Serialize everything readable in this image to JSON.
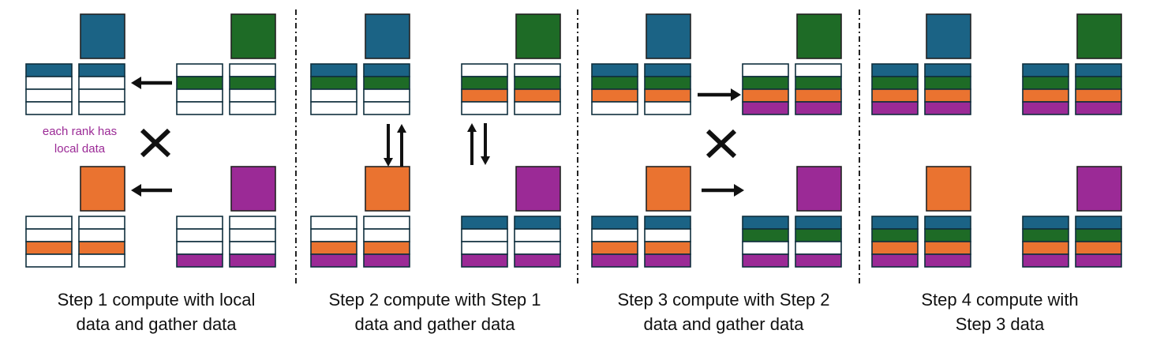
{
  "colors": {
    "rank0": "#1b6385",
    "rank1": "#1e6b26",
    "rank2": "#ea7330",
    "rank3": "#9b2a96",
    "empty": "#ffffff",
    "border": "#0f2f3d",
    "arrow": "#111111",
    "note": "#9b2a96"
  },
  "note": {
    "line1": "each rank has",
    "line2": "local data"
  },
  "steps": [
    {
      "caption_line1": "Step 1 compute with local",
      "caption_line2": "data and gather data",
      "ranks": [
        {
          "local": "rank0",
          "a": [
            "rank0",
            "empty",
            "empty",
            "empty"
          ],
          "b": [
            "rank0",
            "empty",
            "empty",
            "empty"
          ]
        },
        {
          "local": "rank1",
          "a": [
            "empty",
            "rank1",
            "empty",
            "empty"
          ],
          "b": [
            "empty",
            "rank1",
            "empty",
            "empty"
          ]
        },
        {
          "local": "rank2",
          "a": [
            "empty",
            "empty",
            "rank2",
            "empty"
          ],
          "b": [
            "empty",
            "empty",
            "rank2",
            "empty"
          ]
        },
        {
          "local": "rank3",
          "a": [
            "empty",
            "empty",
            "empty",
            "rank3"
          ],
          "b": [
            "empty",
            "empty",
            "empty",
            "rank3"
          ]
        }
      ],
      "arrows": [
        "left-top",
        "left-bottom",
        "cross"
      ]
    },
    {
      "caption_line1": "Step 2 compute with Step 1",
      "caption_line2": "data and gather data",
      "ranks": [
        {
          "local": "rank0",
          "a": [
            "rank0",
            "rank1",
            "empty",
            "empty"
          ],
          "b": [
            "rank0",
            "rank1",
            "empty",
            "empty"
          ]
        },
        {
          "local": "rank1",
          "a": [
            "empty",
            "rank1",
            "rank2",
            "empty"
          ],
          "b": [
            "empty",
            "rank1",
            "rank2",
            "empty"
          ]
        },
        {
          "local": "rank2",
          "a": [
            "empty",
            "empty",
            "rank2",
            "rank3"
          ],
          "b": [
            "empty",
            "empty",
            "rank2",
            "rank3"
          ]
        },
        {
          "local": "rank3",
          "a": [
            "rank0",
            "empty",
            "empty",
            "rank3"
          ],
          "b": [
            "rank0",
            "empty",
            "empty",
            "rank3"
          ]
        }
      ],
      "arrows": [
        "swap-left",
        "swap-right"
      ]
    },
    {
      "caption_line1": "Step 3 compute with Step 2",
      "caption_line2": "data and gather data",
      "ranks": [
        {
          "local": "rank0",
          "a": [
            "rank0",
            "rank1",
            "rank2",
            "empty"
          ],
          "b": [
            "rank0",
            "rank1",
            "rank2",
            "empty"
          ]
        },
        {
          "local": "rank1",
          "a": [
            "empty",
            "rank1",
            "rank2",
            "rank3"
          ],
          "b": [
            "empty",
            "rank1",
            "rank2",
            "rank3"
          ]
        },
        {
          "local": "rank2",
          "a": [
            "rank0",
            "empty",
            "rank2",
            "rank3"
          ],
          "b": [
            "rank0",
            "empty",
            "rank2",
            "rank3"
          ]
        },
        {
          "local": "rank3",
          "a": [
            "rank0",
            "rank1",
            "empty",
            "rank3"
          ],
          "b": [
            "rank0",
            "rank1",
            "empty",
            "rank3"
          ]
        }
      ],
      "arrows": [
        "right-top",
        "right-bottom",
        "cross"
      ]
    },
    {
      "caption_line1": "Step 4 compute with",
      "caption_line2": "Step 3 data",
      "ranks": [
        {
          "local": "rank0",
          "a": [
            "rank0",
            "rank1",
            "rank2",
            "rank3"
          ],
          "b": [
            "rank0",
            "rank1",
            "rank2",
            "rank3"
          ]
        },
        {
          "local": "rank1",
          "a": [
            "rank0",
            "rank1",
            "rank2",
            "rank3"
          ],
          "b": [
            "rank0",
            "rank1",
            "rank2",
            "rank3"
          ]
        },
        {
          "local": "rank2",
          "a": [
            "rank0",
            "rank1",
            "rank2",
            "rank3"
          ],
          "b": [
            "rank0",
            "rank1",
            "rank2",
            "rank3"
          ]
        },
        {
          "local": "rank3",
          "a": [
            "rank0",
            "rank1",
            "rank2",
            "rank3"
          ],
          "b": [
            "rank0",
            "rank1",
            "rank2",
            "rank3"
          ]
        }
      ],
      "arrows": []
    }
  ]
}
